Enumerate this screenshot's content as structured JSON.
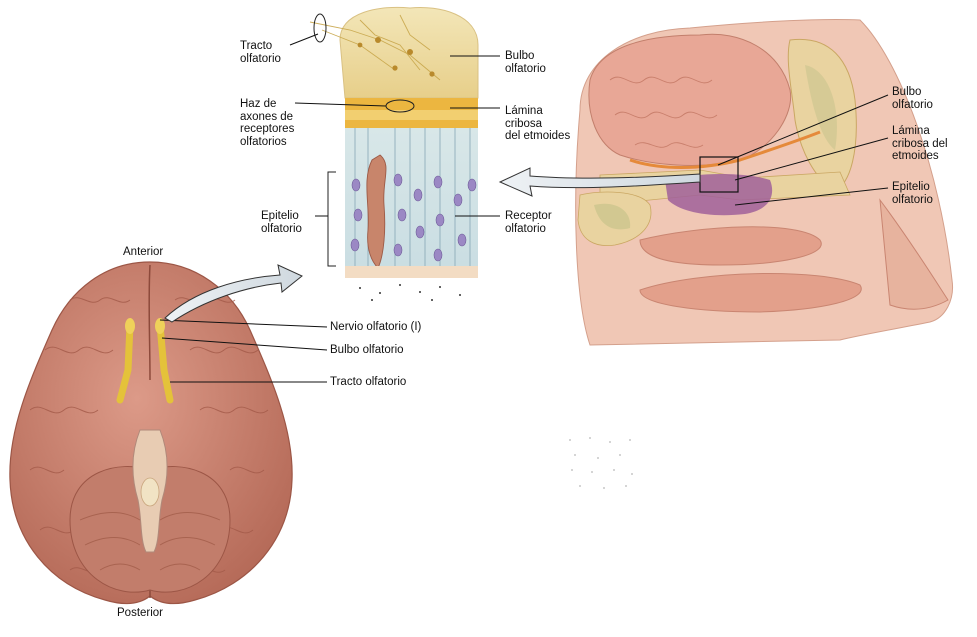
{
  "labels": {
    "anterior": "Anterior",
    "posterior": "Posterior",
    "nervio_olfatorio": "Nervio olfatorio (I)",
    "bulbo_olfatorio_brain": "Bulbo olfatorio",
    "tracto_olfatorio_brain": "Tracto olfatorio",
    "tracto_olfatorio_detail": "Tracto\nolfatorio",
    "bulbo_olfatorio_detail": "Bulbo\nolfatorio",
    "haz_axones": "Haz de\naxones de\nreceptores\nolfatorios",
    "lamina_cribosa_detail": "Lámina\ncribosa\ndel etmoides",
    "epitelio_detail": "Epitelio\nolfatorio",
    "receptor_olfatorio": "Receptor\nolfatorio",
    "bulbo_olfatorio_nasal": "Bulbo\nolfatorio",
    "lamina_cribosa_nasal": "Lámina\ncribosa del\netmoides",
    "epitelio_nasal": "Epitelio\nolfatorio"
  },
  "colors": {
    "brain": "#c98474",
    "brain_dark": "#a9604f",
    "nerve_yellow": "#e4c23a",
    "bone": "#e9d3a0",
    "bone_dark": "#d4b06a",
    "mucosa": "#e8a58f",
    "epithelium_purple": "#a0609a",
    "receptor_cell": "#9b88c4",
    "arrow_fill": "#dfe5ea"
  }
}
